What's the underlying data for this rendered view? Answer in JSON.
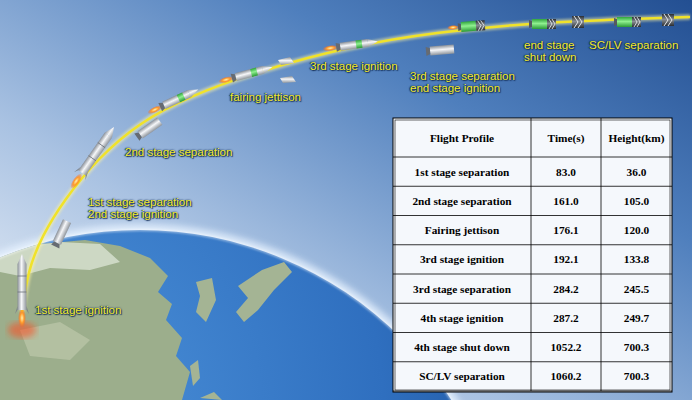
{
  "diagram": {
    "labels": [
      "1st stage ignition",
      "1st stage separation",
      "2nd stage ignition",
      "2nd stage separation",
      "fairing jettison",
      "3rd stage ignition",
      "3rd stage separation",
      "end stage ignition",
      "end stage shut down",
      "SC/LV separation",
      "Flight Profile",
      "Time(s)",
      "Height(km)",
      "1st stage separation",
      "83.0",
      "36.0",
      "2nd stage separation",
      "161.0",
      "105.0",
      "Fairing jettison",
      "176.1",
      "120.0",
      "3rd stage ignition",
      "192.1",
      "133.8",
      "3rd stage separation",
      "284.2",
      "245.5",
      "4th stage ignition",
      "287.2",
      "249.7",
      "4th stage shut down",
      "1052.2",
      "700.3",
      "SC/LV separation",
      "1060.2",
      "700.3"
    ]
  }
}
